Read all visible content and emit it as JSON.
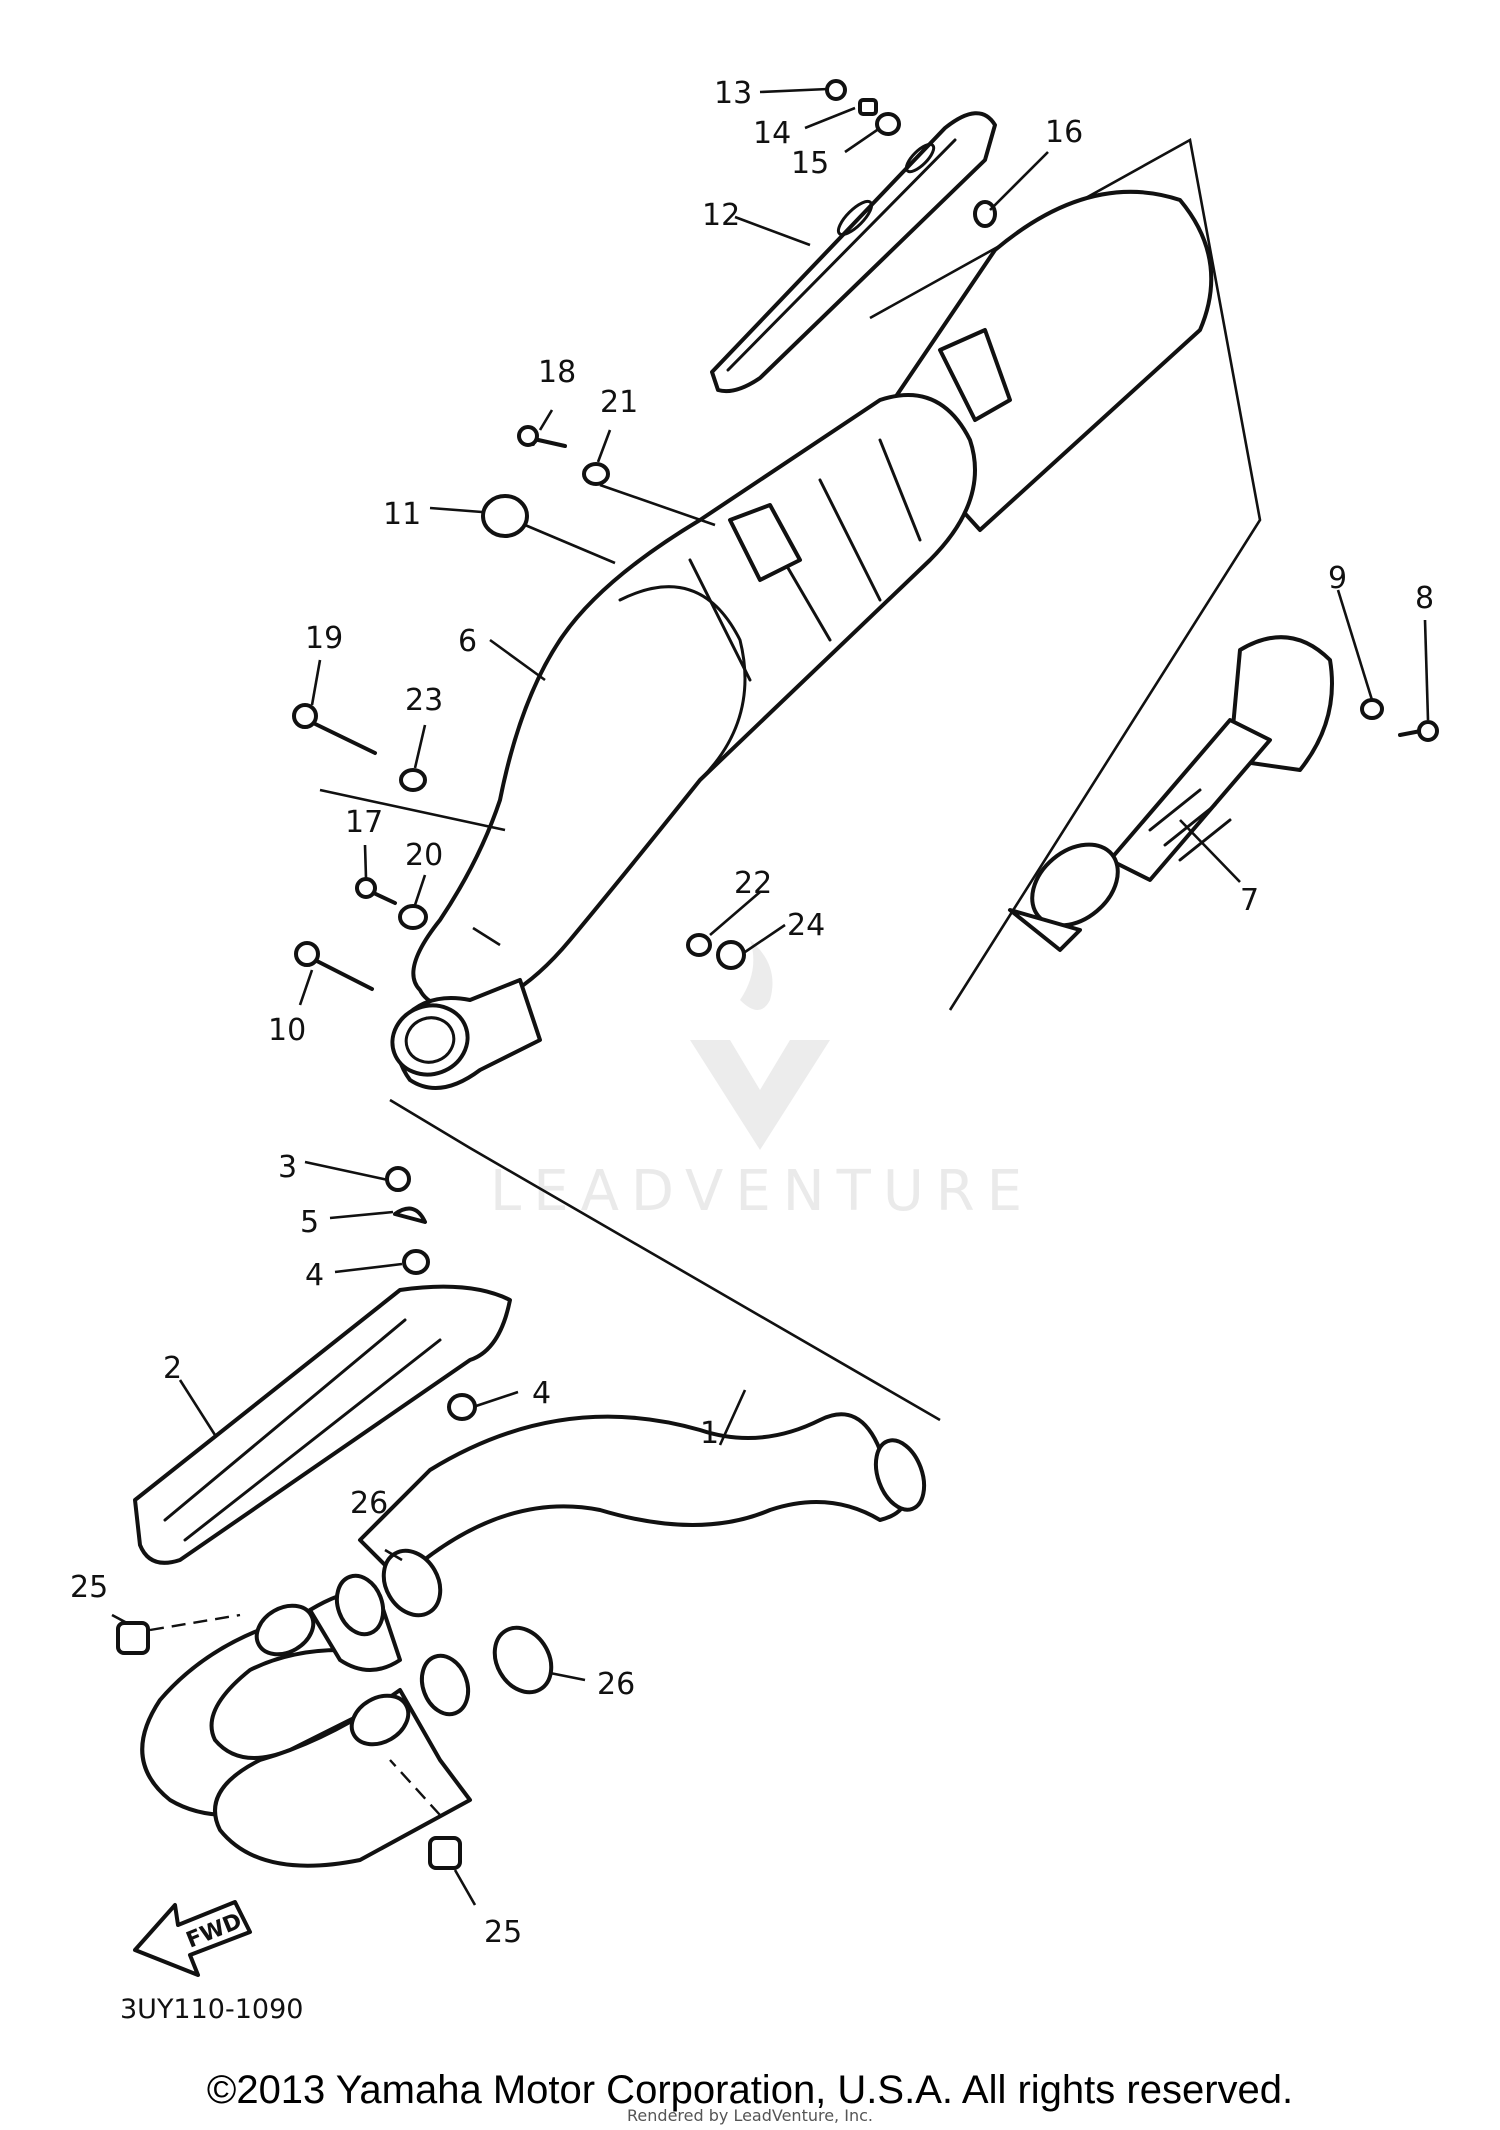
{
  "diagram": {
    "document_code": "3UY110-1090",
    "watermark": "LEADVENTURE",
    "fwd_marker": "FWD",
    "callouts": [
      "1",
      "2",
      "3",
      "4",
      "4",
      "5",
      "6",
      "7",
      "8",
      "9",
      "10",
      "11",
      "12",
      "13",
      "14",
      "15",
      "16",
      "17",
      "18",
      "19",
      "20",
      "21",
      "22",
      "23",
      "24",
      "25",
      "25",
      "26",
      "26"
    ]
  },
  "footer": {
    "copyright": "©2013 Yamaha Motor Corporation, U.S.A. All rights reserved.",
    "rendered_by": "Rendered by LeadVenture, Inc."
  }
}
